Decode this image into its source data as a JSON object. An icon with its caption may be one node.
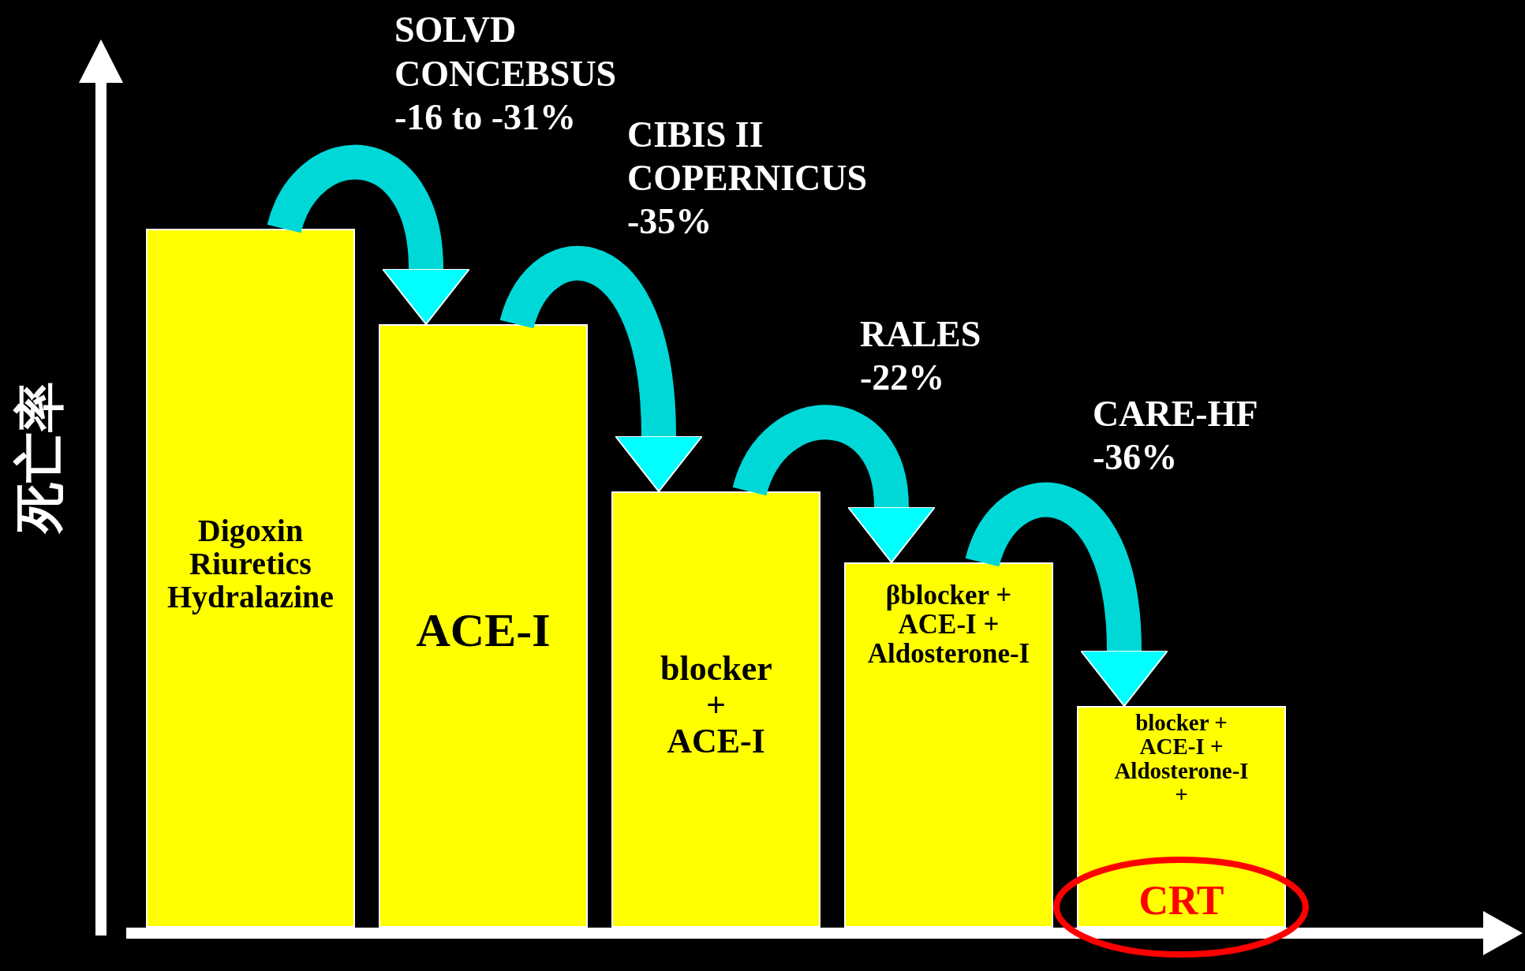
{
  "diagram": {
    "nodes": [
      {
        "text": [
          "Digoxin Riuretics Hydralazine"
        ]
      },
      {
        "text": [
          "ACE-I"
        ]
      },
      {
        "text": [
          "blocker + ACE-I"
        ]
      },
      {
        "text": [
          "βblocker + ACE-I + Aldosterone-I"
        ]
      },
      {
        "text": [
          "blocker + ACE-I + Aldosterone-I +",
          "CRT"
        ]
      }
    ],
    "edges": [
      {
        "from": 0,
        "to": 1,
        "arrow": "to",
        "label": "SOLVD CONCEBSUS -16 to -31%"
      },
      {
        "from": 1,
        "to": 2,
        "arrow": "to",
        "label": "CIBIS II COPERNICUS -35%"
      },
      {
        "from": 2,
        "to": 3,
        "arrow": "to",
        "label": "RALES -22%"
      },
      {
        "from": 3,
        "to": 4,
        "arrow": "to",
        "label": "CARE-HF -36%"
      }
    ],
    "labels": [
      "死亡率"
    ]
  }
}
